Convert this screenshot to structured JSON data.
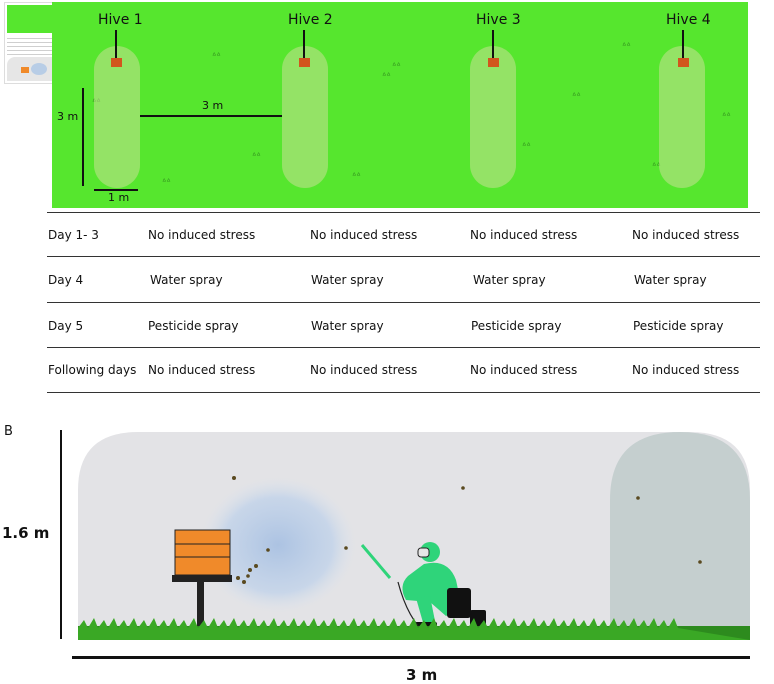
{
  "panel_a": {
    "hives": [
      "Hive 1",
      "Hive 2",
      "Hive 3",
      "Hive 4"
    ],
    "scale": {
      "width_label": "3 m",
      "height_label": "3 m",
      "plot_label": "1 m"
    }
  },
  "schedule": {
    "rows": [
      {
        "label": "Day 1- 3",
        "cells": [
          "No induced stress",
          "No induced stress",
          "No induced stress",
          "No induced stress"
        ]
      },
      {
        "label": "Day 4",
        "cells": [
          "Water spray",
          "Water spray",
          "Water spray",
          "Water spray"
        ]
      },
      {
        "label": "Day 5",
        "cells": [
          "Pesticide spray",
          "Water spray",
          "Pesticide spray",
          "Pesticide spray"
        ]
      },
      {
        "label": "Following days",
        "cells": [
          "No induced stress",
          "No induced stress",
          "No induced stress",
          "No induced stress"
        ]
      }
    ]
  },
  "panel_b": {
    "letter": "B",
    "height_label": "1.6 m",
    "width_label": "3 m"
  },
  "colors": {
    "grass": "#56e62e",
    "hive": "#d2561d",
    "hive_b": "#f08a2a",
    "suit": "#2fd47a",
    "tunnel": "#e3e3e6",
    "mist": "#b8cde6"
  }
}
